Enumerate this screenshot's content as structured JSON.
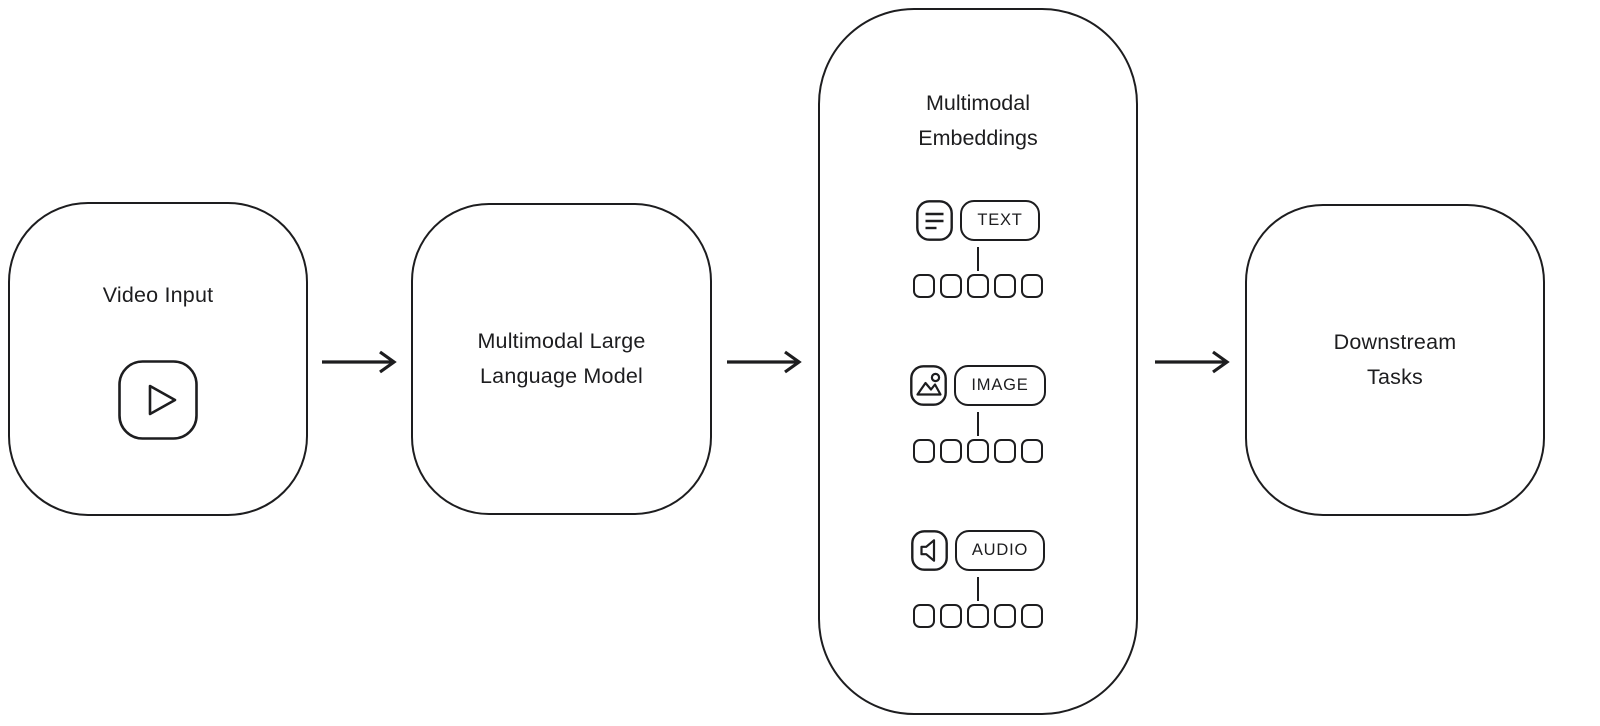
{
  "canvas": {
    "background": "#ffffff",
    "ink_color": "#1d1d1f"
  },
  "nodes": {
    "video_input": {
      "label": "Video Input",
      "icon": "play-icon"
    },
    "mllm": {
      "label": "Multimodal Large Language Model"
    },
    "embeddings": {
      "title": "Multimodal Embeddings",
      "modalities": [
        {
          "label": "TEXT",
          "icon": "text-lines-icon",
          "token_count": 5
        },
        {
          "label": "IMAGE",
          "icon": "image-icon",
          "token_count": 5
        },
        {
          "label": "AUDIO",
          "icon": "speaker-icon",
          "token_count": 5
        }
      ]
    },
    "downstream_tasks": {
      "label": "Downstream Tasks"
    }
  },
  "arrows": [
    {
      "from": "video_input",
      "to": "mllm"
    },
    {
      "from": "mllm",
      "to": "embeddings"
    },
    {
      "from": "embeddings",
      "to": "downstream_tasks"
    }
  ]
}
